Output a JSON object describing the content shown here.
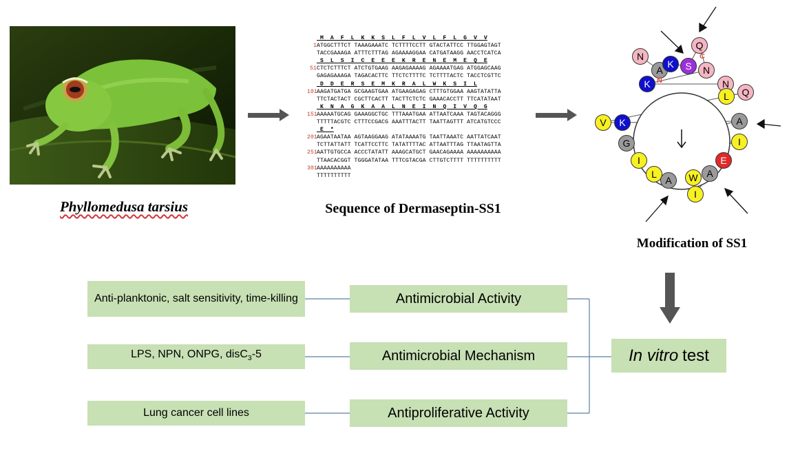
{
  "species": {
    "name": "Phyllomedusa tarsius"
  },
  "sequence": {
    "title": "Sequence of  Dermaseptin-SS1",
    "rows": [
      {
        "type": "aa",
        "num": "",
        "text": "M  A  F  L  K  K  S  L  F  L  V  L  F  L  G  V  V"
      },
      {
        "type": "nt",
        "num": "1",
        "text": "ATGGCTTTCT TAAAGAAATC TCTTTTCCTT GTACTATTCC TTGGAGTAGT"
      },
      {
        "type": "nt",
        "num": "",
        "text": "TACCGAAAGA ATTTCTTTAG AGAAAAGGAA CATGATAAGG AACCTCATCA"
      },
      {
        "type": "aa",
        "num": "",
        "text": "S  L  S  I  C  E  E  E  K  R  E  N  E  M  E  Q  E"
      },
      {
        "type": "nt",
        "num": "51",
        "text": "CTCTCTTTCT ATCTGTGAAG AAGAGAAAAG AGAAAATGAG ATGGAGCAAG"
      },
      {
        "type": "nt",
        "num": "",
        "text": "GAGAGAAAGA TAGACACTTC TTCTCTTTTC TCTTTTACTC TACCTCGTTC"
      },
      {
        "type": "aa",
        "num": "",
        "text": "D  D  E  R  S  E  M  K  R  A  L  W  K  S  I  L"
      },
      {
        "type": "nt",
        "num": "101",
        "text": "AAGATGATGA GCGAAGTGAA ATGAAGAGAG CTTTGTGGAA AAGTATATTA"
      },
      {
        "type": "nt",
        "num": "",
        "text": "TTCTACTACT CGCTTCACTT TACTTCTCTC GAAACACCTT TTCATATAAT"
      },
      {
        "type": "aa",
        "num": "",
        "text": "K  N  A  G  K  A  A  L  N  E  I  N  Q  I  V  Q  G"
      },
      {
        "type": "nt",
        "num": "151",
        "text": "AAAAATGCAG GAAAGGCTGC TTTAAATGAA ATTAATCAAA TAGTACAGGG"
      },
      {
        "type": "nt",
        "num": "",
        "text": "TTTTTACGTC CTTTCCGACG AAATTTACTT TAATTAGTTT ATCATGTCCC"
      },
      {
        "type": "aa",
        "num": "",
        "text": "E  *"
      },
      {
        "type": "nt",
        "num": "201",
        "text": "AGAATAATAA AGTAAGGAAG ATATAAAATG TAATTAAATC AATTATCAAT"
      },
      {
        "type": "nt",
        "num": "",
        "text": "TCTTATTATT TCATTCCTTC TATATTTTAC ATTAATTTAG TTAATAGTTA"
      },
      {
        "type": "nt",
        "num": "251",
        "text": "AATTGTGCCA ACCCTATATT AAAGCATGCT GAACAGAAAA AAAAAAAAAA"
      },
      {
        "type": "nt",
        "num": "",
        "text": "TTAACACGGT TGGGATATAA TTTCGTACGA CTTGTCTTTT TTTTTTTTTT"
      },
      {
        "type": "nt",
        "num": "301",
        "text": "AAAAAAAAAA"
      },
      {
        "type": "nt",
        "num": "",
        "text": "TTTTTTTTTT"
      }
    ]
  },
  "wheel": {
    "title": "Modification of SS1",
    "center_label": "N",
    "center_label_color": "#e74c3c",
    "c_label": "C",
    "c_label_color": "#e74c3c",
    "residues": [
      {
        "letter": "N",
        "color": "#f4b6c2",
        "text_color": "#000000"
      },
      {
        "letter": "A",
        "color": "#9a9a9a",
        "text_color": "#000000"
      },
      {
        "letter": "K",
        "color": "#1010cc",
        "text_color": "#ffffff"
      },
      {
        "letter": "S",
        "color": "#9b30d9",
        "text_color": "#ffffff"
      },
      {
        "letter": "Q",
        "color": "#f4b6c2",
        "text_color": "#000000"
      },
      {
        "letter": "N",
        "color": "#f4b6c2",
        "text_color": "#000000"
      },
      {
        "letter": "K",
        "color": "#1010cc",
        "text_color": "#ffffff"
      },
      {
        "letter": "N",
        "color": "#f4b6c2",
        "text_color": "#000000"
      },
      {
        "letter": "L",
        "color": "#f7f023",
        "text_color": "#000000"
      },
      {
        "letter": "Q",
        "color": "#f4b6c2",
        "text_color": "#000000"
      },
      {
        "letter": "V",
        "color": "#f7f023",
        "text_color": "#000000"
      },
      {
        "letter": "K",
        "color": "#1010cc",
        "text_color": "#ffffff"
      },
      {
        "letter": "A",
        "color": "#9a9a9a",
        "text_color": "#000000"
      },
      {
        "letter": "G",
        "color": "#9a9a9a",
        "text_color": "#000000"
      },
      {
        "letter": "I",
        "color": "#f7f023",
        "text_color": "#000000"
      },
      {
        "letter": "I",
        "color": "#f7f023",
        "text_color": "#000000"
      },
      {
        "letter": "E",
        "color": "#e02a2a",
        "text_color": "#ffffff"
      },
      {
        "letter": "L",
        "color": "#f7f023",
        "text_color": "#000000"
      },
      {
        "letter": "A",
        "color": "#9a9a9a",
        "text_color": "#000000"
      },
      {
        "letter": "W",
        "color": "#f7f023",
        "text_color": "#000000"
      },
      {
        "letter": "A",
        "color": "#9a9a9a",
        "text_color": "#000000"
      },
      {
        "letter": "I",
        "color": "#f7f023",
        "text_color": "#000000"
      }
    ]
  },
  "assays": {
    "left": [
      "Anti-planktonic, salt sensitivity, time-killing",
      "LPS, NPN, ONPG, disC",
      "Lung cancer cell lines"
    ],
    "left_sub": {
      "main": "LPS, NPN, ONPG, disC",
      "sub": "3",
      "tail": "-5"
    },
    "middle": [
      "Antimicrobial Activity",
      "Antimicrobial Mechanism",
      "Antiproliferative Activity"
    ],
    "invitro": {
      "italic": "In vitro",
      "rest": "test"
    }
  },
  "colors": {
    "box_green": "#c7e0b4",
    "connector": "#5b7fa6",
    "arrow_gray": "#555555"
  }
}
